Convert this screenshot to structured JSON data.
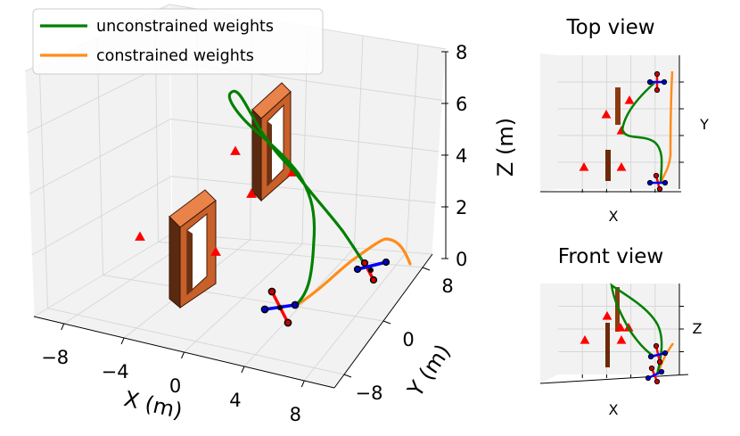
{
  "chart_data": [
    {
      "type": "line",
      "view": "3d",
      "xlabel": "X (m)",
      "ylabel": "Y (m)",
      "zlabel": "Z (m)",
      "xticks": [
        "−8",
        "−4",
        "0",
        "4",
        "8"
      ],
      "yticks": [
        "−8",
        "0",
        "8"
      ],
      "zticks": [
        "0",
        "2",
        "4",
        "6",
        "8"
      ],
      "xlim": [
        -10,
        10
      ],
      "ylim": [
        -10,
        10
      ],
      "zlim": [
        0,
        8
      ],
      "grid": true,
      "legend": "top-left",
      "series": [
        {
          "name": "unconstrained weights",
          "color": "#008000"
        },
        {
          "name": "constrained weights",
          "color": "#ff8c1a"
        }
      ],
      "obstacle_color": "#a0522d",
      "marker_color": "#ff0000"
    },
    {
      "type": "line",
      "view": "top",
      "title": "Top view",
      "xlabel": "X",
      "ylabel": "Y"
    },
    {
      "type": "line",
      "view": "front",
      "title": "Front view",
      "xlabel": "X",
      "ylabel": "Z"
    }
  ]
}
